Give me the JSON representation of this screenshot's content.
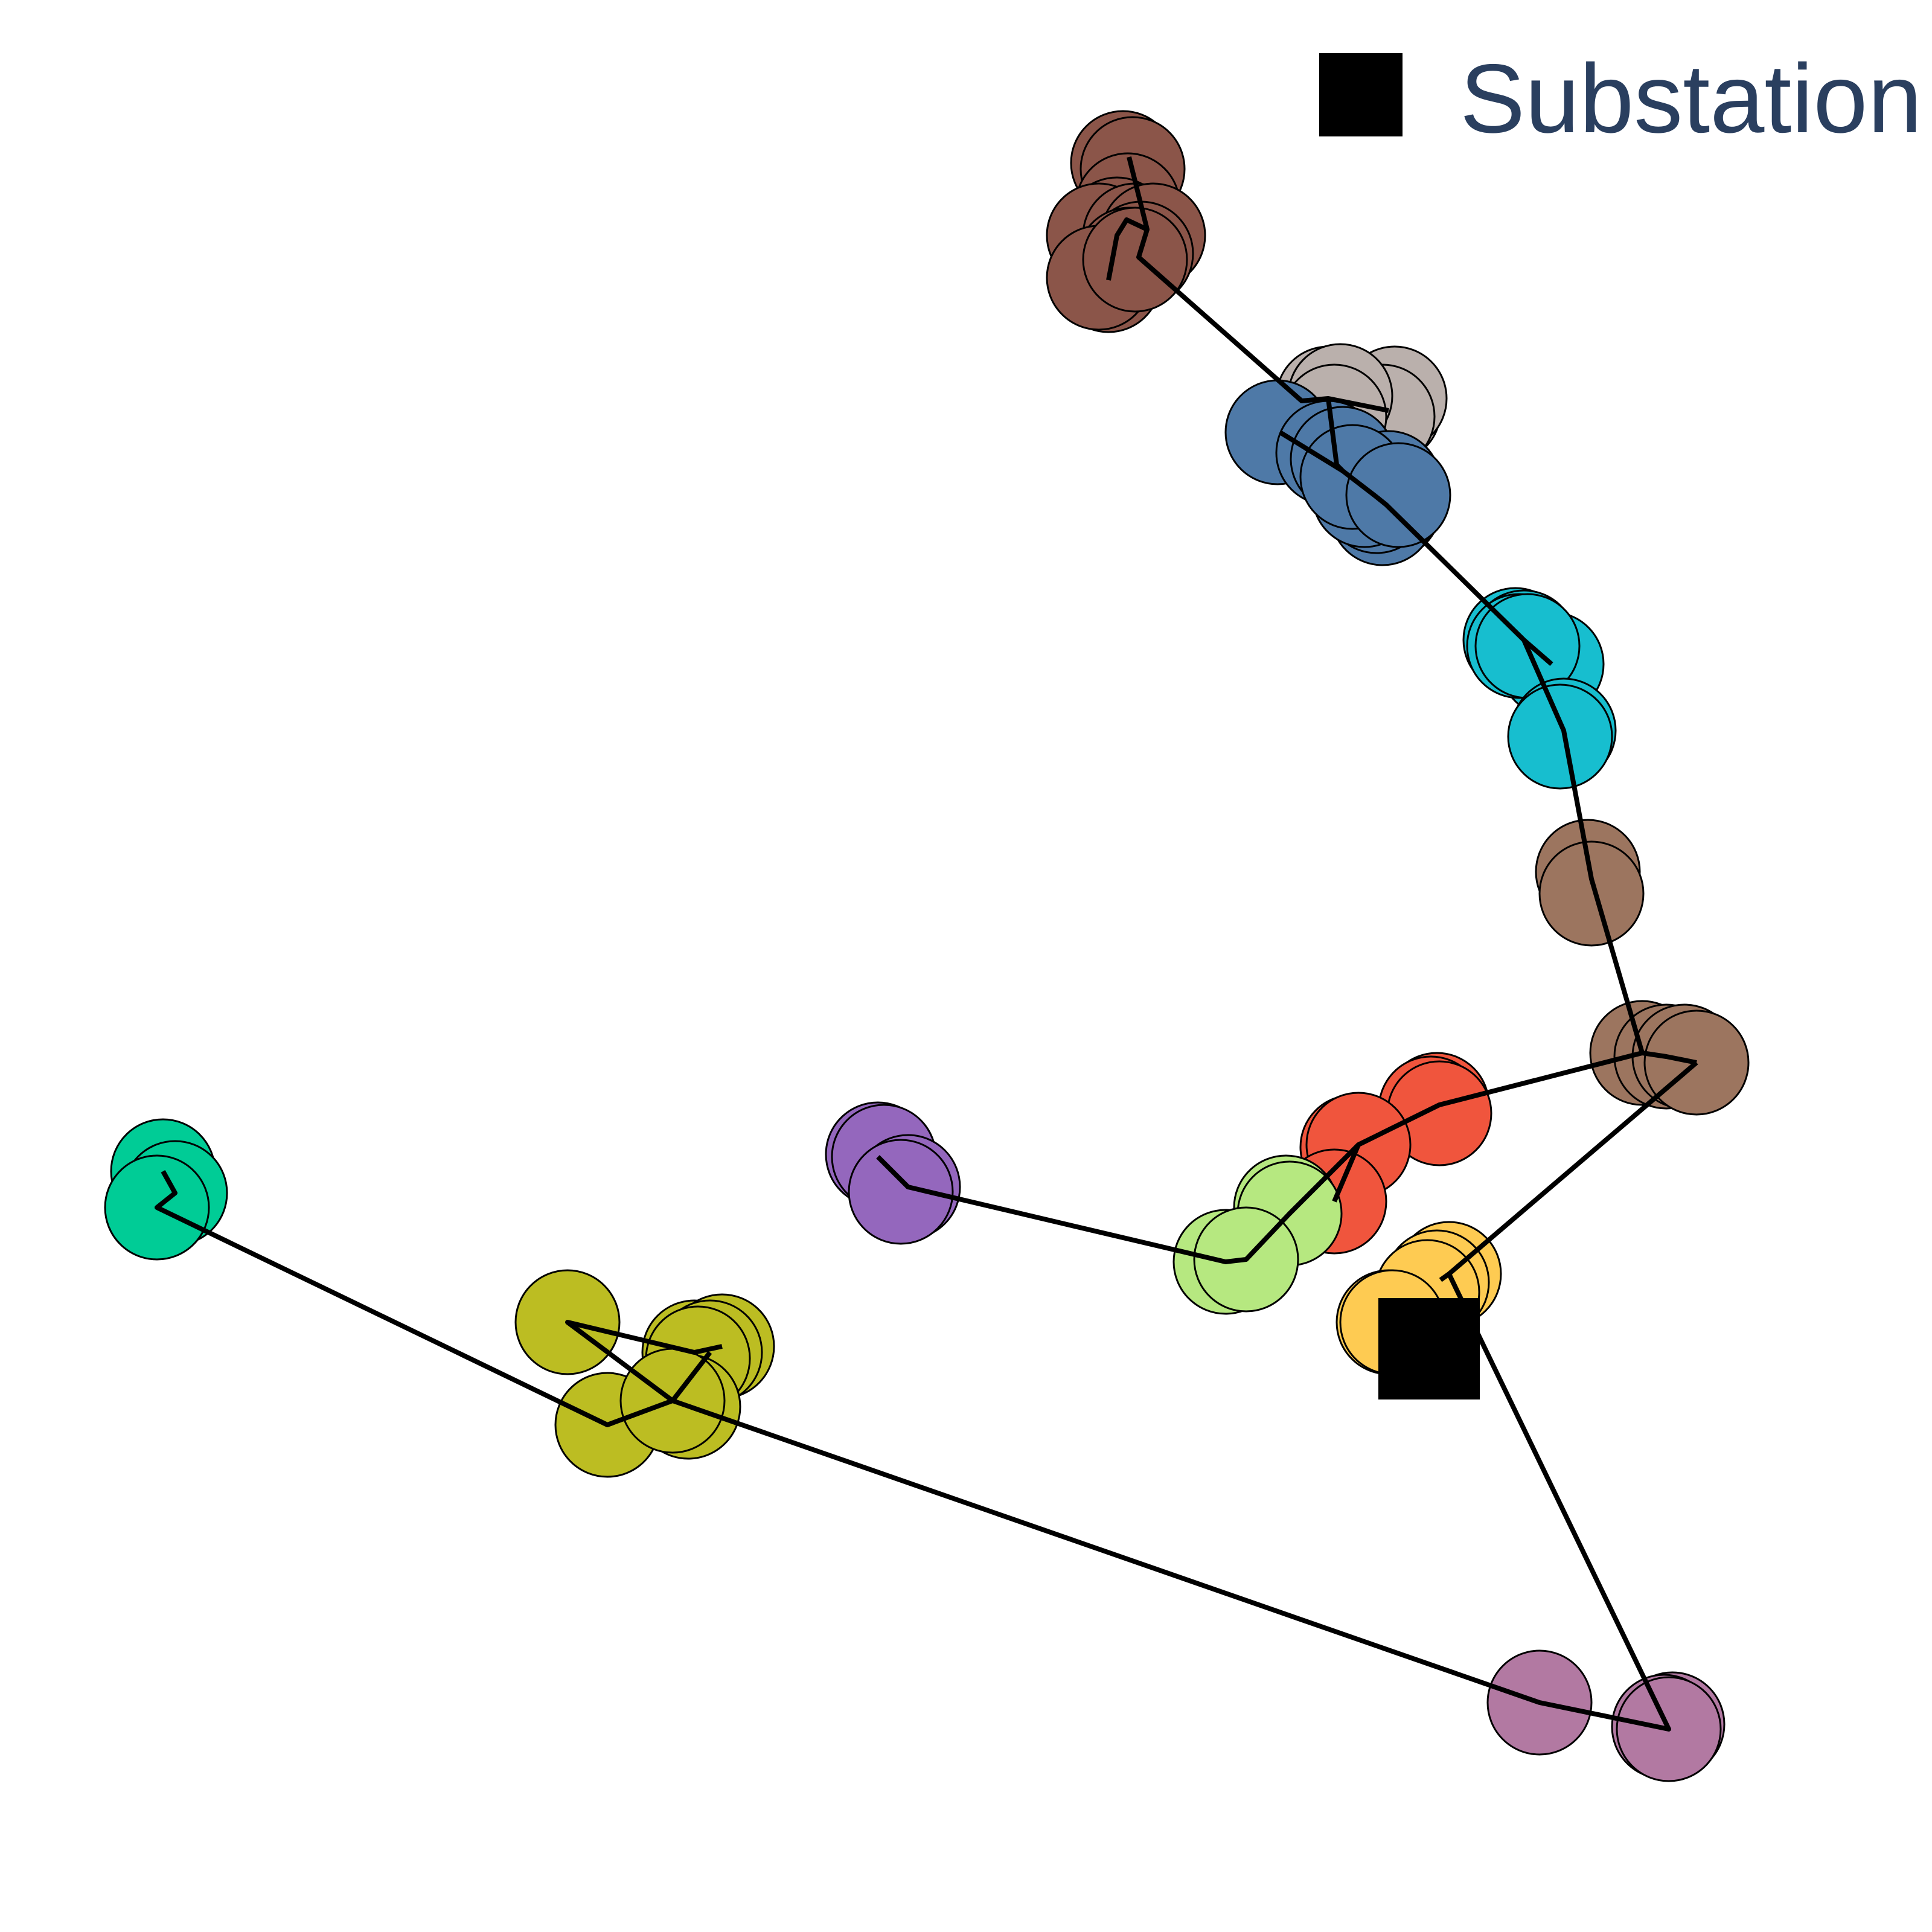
{
  "legend": {
    "items": [
      {
        "label": "Substation",
        "marker": "square",
        "color": "#000000"
      }
    ]
  },
  "colors": {
    "brown_dark": "#8B5549",
    "taupe_gray": "#BAB0AC",
    "steel_blue": "#4E79A7",
    "cyan": "#17BECF",
    "brown_light": "#9C755F",
    "red": "#F0553D",
    "light_green": "#B6E880",
    "yellow": "#FECB52",
    "purple": "#9467BD",
    "teal": "#00CC96",
    "olive": "#BCBD22",
    "mauve": "#B279A2",
    "edge": "#000000",
    "legend_text": "#2A3F5F"
  },
  "clusters": [
    {
      "name": "cluster-brown-dark",
      "color": "#8B5549",
      "node_count": 12
    },
    {
      "name": "cluster-taupe",
      "color": "#BAB0AC",
      "node_count": 8
    },
    {
      "name": "cluster-steel-blue",
      "color": "#4E79A7",
      "node_count": 10
    },
    {
      "name": "cluster-cyan",
      "color": "#17BECF",
      "node_count": 7
    },
    {
      "name": "cluster-brown-light",
      "color": "#9C755F",
      "node_count": 6
    },
    {
      "name": "cluster-red",
      "color": "#F0553D",
      "node_count": 6
    },
    {
      "name": "cluster-light-green",
      "color": "#B6E880",
      "node_count": 4
    },
    {
      "name": "cluster-yellow",
      "color": "#FECB52",
      "node_count": 5
    },
    {
      "name": "cluster-purple",
      "color": "#9467BD",
      "node_count": 4
    },
    {
      "name": "cluster-teal",
      "color": "#00CC96",
      "node_count": 3
    },
    {
      "name": "cluster-olive",
      "color": "#BCBD22",
      "node_count": 8
    },
    {
      "name": "cluster-mauve",
      "color": "#B279A2",
      "node_count": 4
    }
  ]
}
